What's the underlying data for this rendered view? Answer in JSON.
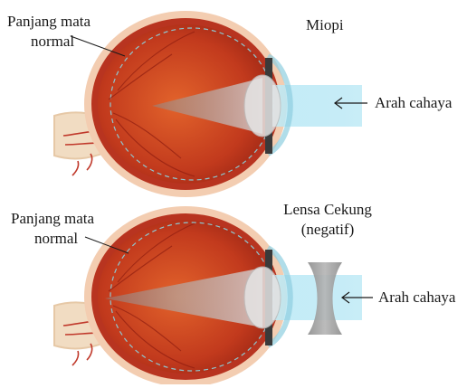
{
  "panels": [
    {
      "id": "top",
      "title": "Miopi",
      "eye_label_line1": "Panjang mata",
      "eye_label_line2": "normal",
      "light_label": "Arah cahaya",
      "lens": null
    },
    {
      "id": "bottom",
      "title_line1": "Lensa Cekung",
      "title_line2": "(negatif)",
      "eye_label_line1": "Panjang mata",
      "eye_label_line2": "normal",
      "light_label": "Arah cahaya",
      "lens": "concave-lens"
    }
  ],
  "colors": {
    "eye_outer": "#f2c6a7",
    "eye_inner": "#c8391e",
    "eye_core": "#d9531f",
    "light_beam": "#9fdff0",
    "lens": "#9a9a9a",
    "text": "#1a1a1a"
  }
}
